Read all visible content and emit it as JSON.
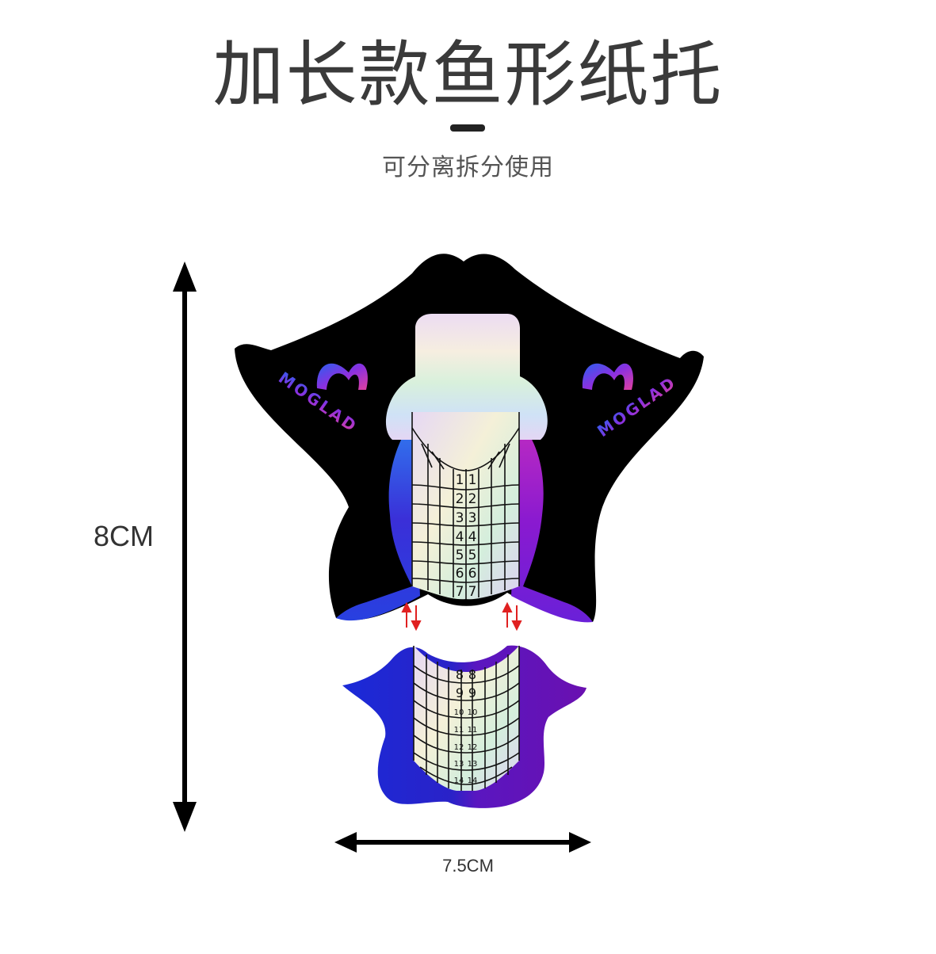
{
  "header": {
    "title": "加长款鱼形纸托",
    "subtitle": "可分离拆分使用"
  },
  "dimensions": {
    "height_label": "8CM",
    "width_label": "7.5CM"
  },
  "product": {
    "brand": "MOGLAD",
    "top_scale_numbers": [
      "1",
      "2",
      "3",
      "4",
      "5",
      "6",
      "7"
    ],
    "bottom_scale_numbers": [
      "8",
      "9",
      "10",
      "11",
      "12",
      "13",
      "14"
    ]
  },
  "colors": {
    "form_body": "#000000",
    "blue": "#1a2ad8",
    "purple": "#7a10c8",
    "separation_arrows": "#e02020"
  }
}
